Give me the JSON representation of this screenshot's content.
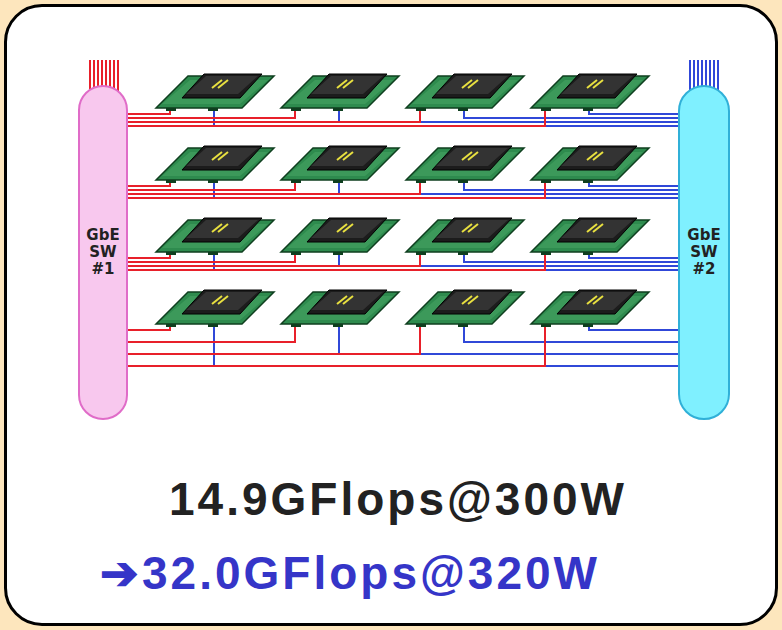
{
  "diagram": {
    "nodes": [
      {
        "text": [
          "GbE SW #1"
        ]
      },
      {
        "text": [
          "GbE SW #2"
        ]
      }
    ],
    "labels": [
      "14.9GFlops@300W",
      "➔32.0GFlops@320W"
    ]
  }
}
